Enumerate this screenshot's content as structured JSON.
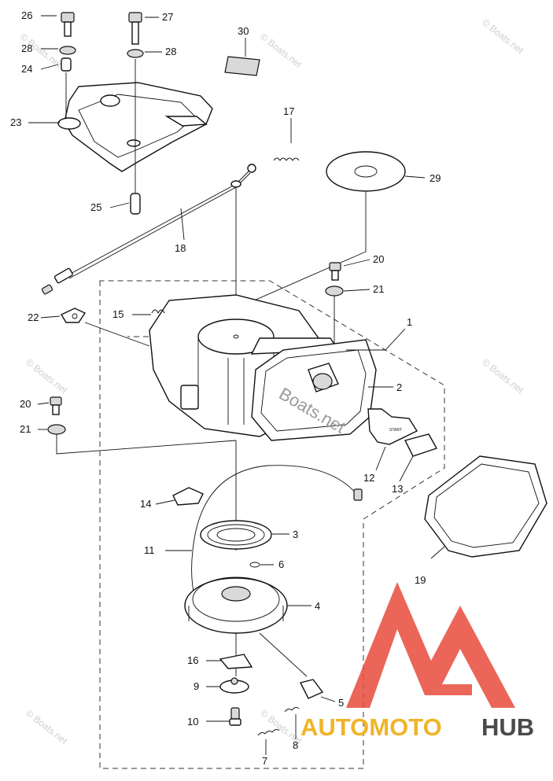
{
  "watermark_text": "© Boats.net",
  "cover_watermark": "Boats.net",
  "start_label": "START",
  "brand": {
    "part1": "AUTOMOTO",
    "part2": "HUB",
    "color1": "#f0b429",
    "color2": "#4a4a4a",
    "logo_color": "#e84a3c"
  },
  "callouts": {
    "c1": "1",
    "c2": "2",
    "c3": "3",
    "c4": "4",
    "c5": "5",
    "c6": "6",
    "c7": "7",
    "c8": "8",
    "c9": "9",
    "c10": "10",
    "c11": "11",
    "c12": "12",
    "c13": "13",
    "c14": "14",
    "c15": "15",
    "c16": "16",
    "c17": "17",
    "c18": "18",
    "c19": "19",
    "c20a": "20",
    "c20b": "20",
    "c21a": "21",
    "c21b": "21",
    "c22": "22",
    "c23": "23",
    "c24": "24",
    "c25": "25",
    "c26": "26",
    "c27": "27",
    "c28a": "28",
    "c28b": "28",
    "c29": "29",
    "c30": "30"
  }
}
